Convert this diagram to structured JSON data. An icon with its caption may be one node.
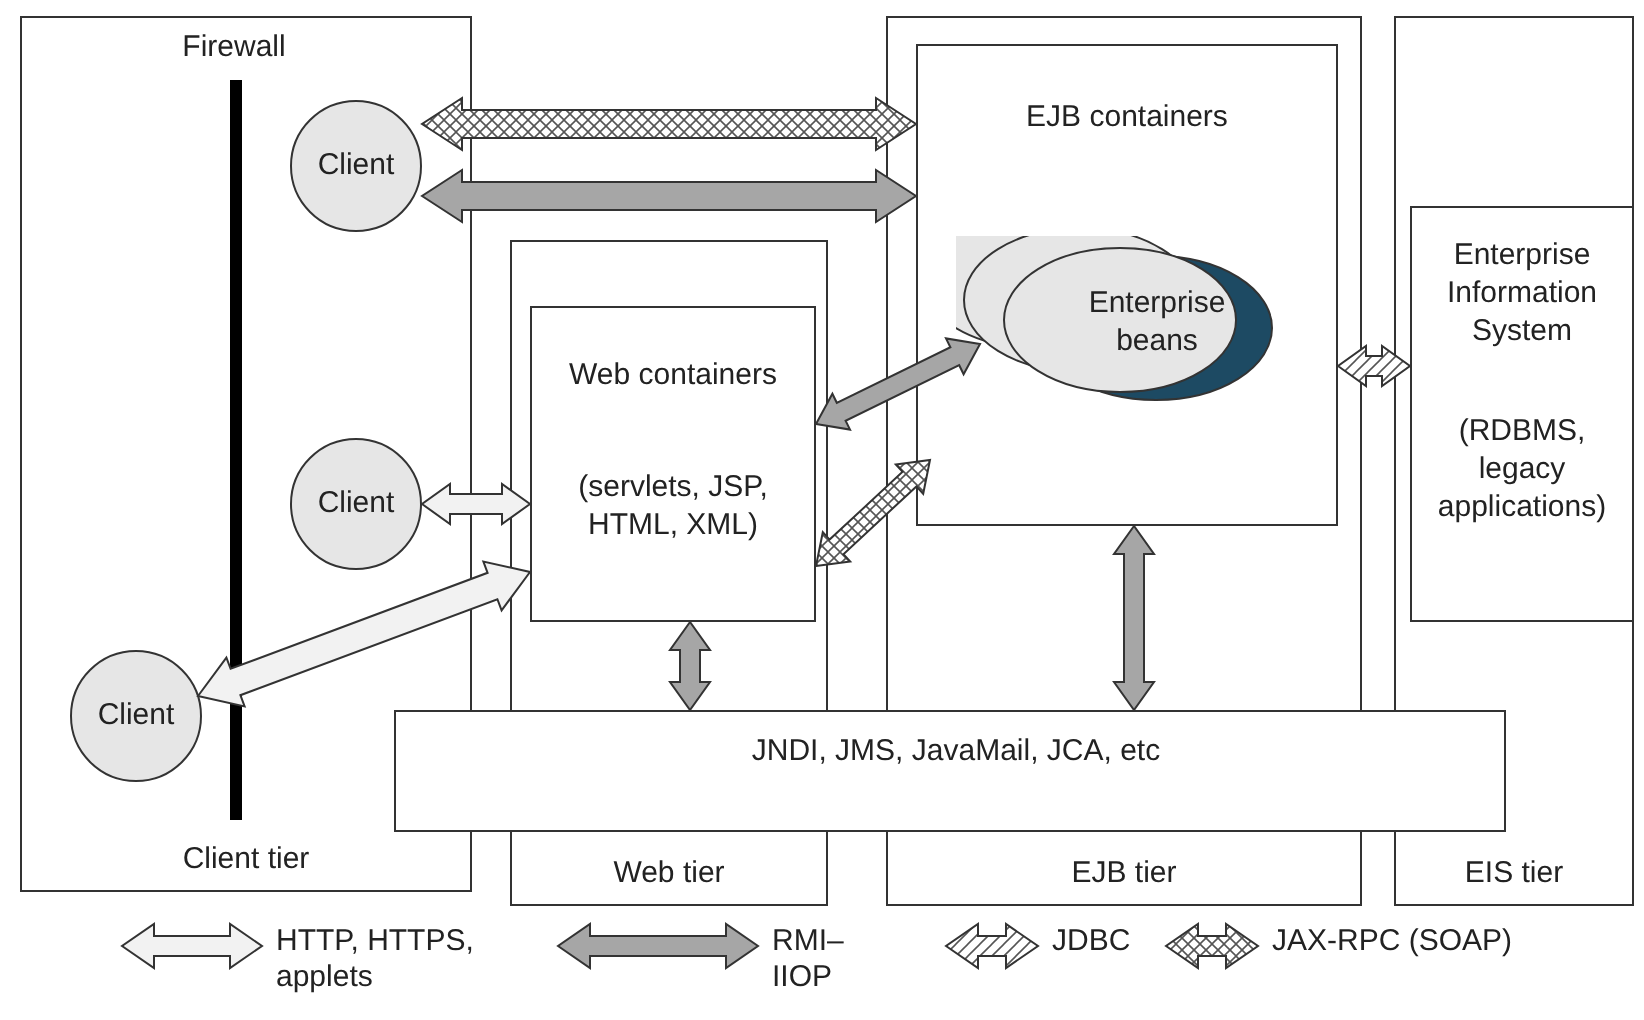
{
  "diagram": {
    "nodes": [
      {
        "text": [
          "Client tier"
        ]
      },
      {
        "text": [
          "Firewall"
        ],
        "in": 0
      },
      {
        "text": [
          "Client"
        ],
        "in": 0
      },
      {
        "text": [
          "Client"
        ],
        "in": 0
      },
      {
        "text": [
          "Client"
        ],
        "in": 0
      },
      {
        "text": [
          "Web tier"
        ]
      },
      {
        "text": [
          "Web containers",
          "(servlets, JSP, HTML, XML)"
        ],
        "in": 5
      },
      {
        "text": [
          "EJB tier"
        ]
      },
      {
        "text": [
          "EJB containers"
        ],
        "in": 7
      },
      {
        "text": [
          "Enterprise beans"
        ],
        "in": 8
      },
      {
        "text": [
          "EIS tier"
        ]
      },
      {
        "text": [
          "Enterprise Information System",
          "(RDBMS, legacy applications)"
        ],
        "in": 10
      },
      {
        "text": [
          "JNDI, JMS, JavaMail, JCA, etc"
        ]
      }
    ],
    "edges": [
      {
        "from": 2,
        "to": 8,
        "arrow": "both",
        "color": "#ffffff"
      },
      {
        "from": 2,
        "to": 8,
        "arrow": "both"
      },
      {
        "from": 3,
        "to": 6,
        "arrow": "both",
        "color": "#f2f2f2"
      },
      {
        "from": 4,
        "to": 6,
        "arrow": "both",
        "color": "#f2f2f2"
      },
      {
        "from": 6,
        "to": 9,
        "arrow": "both"
      },
      {
        "from": 6,
        "to": 8,
        "arrow": "both",
        "color": "#ffffff"
      },
      {
        "from": 6,
        "to": 12,
        "arrow": "both"
      },
      {
        "from": 8,
        "to": 12,
        "arrow": "both"
      },
      {
        "from": 8,
        "to": 11,
        "arrow": "both",
        "color": "#ffffff"
      }
    ],
    "legend": [
      {
        "text": "HTTP, HTTPS, applets"
      },
      {
        "text": "RMI–IIOP"
      },
      {
        "text": "JDBC"
      },
      {
        "text": "JAX-RPC (SOAP)"
      }
    ]
  }
}
